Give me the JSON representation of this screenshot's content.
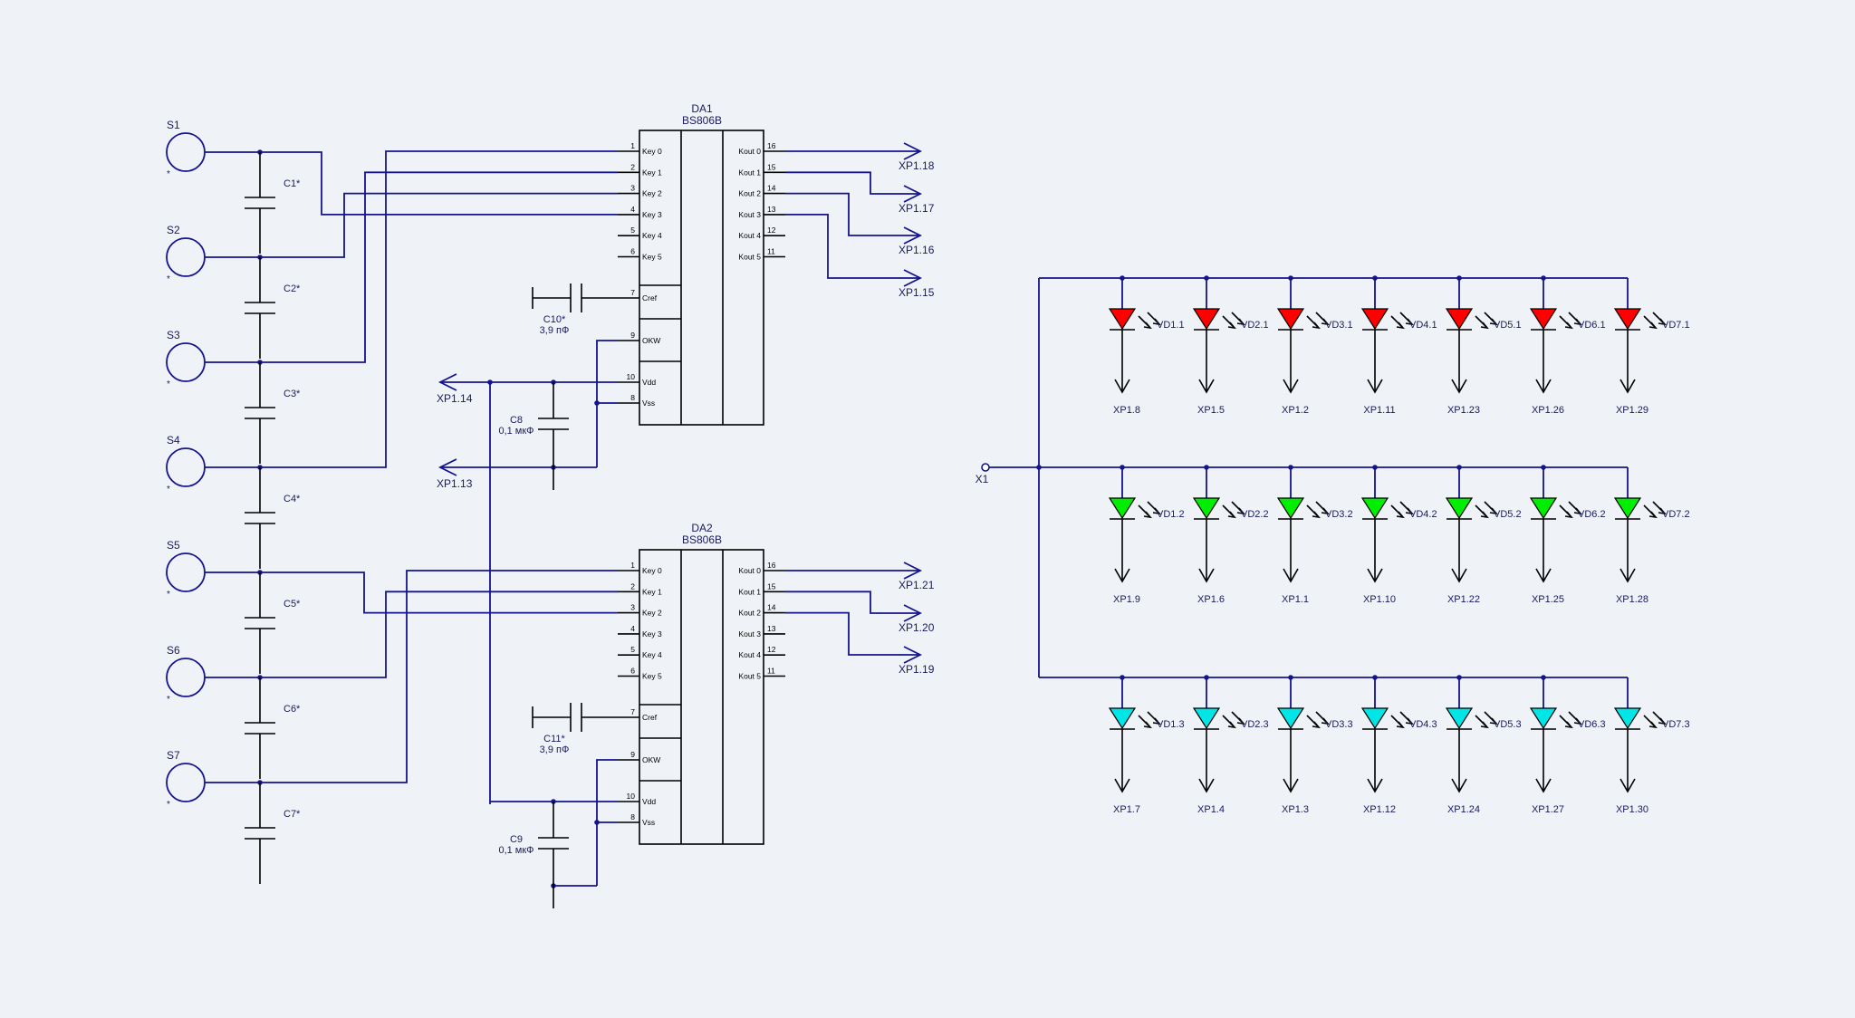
{
  "colors": {
    "background": "#eff3f7",
    "wire": "#14148c",
    "red": "#ff0000",
    "green": "#00ee00",
    "cyan": "#00e5e5"
  },
  "switches": [
    "S1",
    "S2",
    "S3",
    "S4",
    "S5",
    "S6",
    "S7"
  ],
  "switch_mark": "*",
  "caps": [
    "C1*",
    "C2*",
    "C3*",
    "C4*",
    "C5*",
    "C6*",
    "C7*"
  ],
  "ics": [
    {
      "ref": "DA1",
      "type": "BS806B",
      "left_pins": [
        {
          "num": "1",
          "name": "Key 0"
        },
        {
          "num": "2",
          "name": "Key 1"
        },
        {
          "num": "3",
          "name": "Key 2"
        },
        {
          "num": "4",
          "name": "Key 3"
        },
        {
          "num": "5",
          "name": "Key 4"
        },
        {
          "num": "6",
          "name": "Key 5"
        },
        {
          "num": "7",
          "name": "Cref"
        },
        {
          "num": "9",
          "name": "OKW"
        },
        {
          "num": "10",
          "name": "Vdd"
        },
        {
          "num": "8",
          "name": "Vss"
        }
      ],
      "right_pins": [
        {
          "num": "16",
          "name": "Kout 0"
        },
        {
          "num": "15",
          "name": "Kout 1"
        },
        {
          "num": "14",
          "name": "Kout 2"
        },
        {
          "num": "13",
          "name": "Kout 3"
        },
        {
          "num": "12",
          "name": "Kout 4"
        },
        {
          "num": "11",
          "name": "Kout 5"
        }
      ],
      "outputs": [
        "XP1.18",
        "XP1.17",
        "XP1.16",
        "XP1.15"
      ],
      "cref_cap": {
        "ref": "C10*",
        "value": "3,9 пФ"
      },
      "decoupling_cap": {
        "ref": "C8",
        "value": "0,1 мкФ"
      },
      "supply_labels": [
        "XP1.14",
        "XP1.13"
      ]
    },
    {
      "ref": "DA2",
      "type": "BS806B",
      "left_pins": [
        {
          "num": "1",
          "name": "Key 0"
        },
        {
          "num": "2",
          "name": "Key 1"
        },
        {
          "num": "3",
          "name": "Key 2"
        },
        {
          "num": "4",
          "name": "Key 3"
        },
        {
          "num": "5",
          "name": "Key 4"
        },
        {
          "num": "6",
          "name": "Key 5"
        },
        {
          "num": "7",
          "name": "Cref"
        },
        {
          "num": "9",
          "name": "OKW"
        },
        {
          "num": "10",
          "name": "Vdd"
        },
        {
          "num": "8",
          "name": "Vss"
        }
      ],
      "right_pins": [
        {
          "num": "16",
          "name": "Kout 0"
        },
        {
          "num": "15",
          "name": "Kout 1"
        },
        {
          "num": "14",
          "name": "Kout 2"
        },
        {
          "num": "13",
          "name": "Kout 3"
        },
        {
          "num": "12",
          "name": "Kout 4"
        },
        {
          "num": "11",
          "name": "Kout 5"
        }
      ],
      "outputs": [
        "XP1.21",
        "XP1.20",
        "XP1.19"
      ],
      "cref_cap": {
        "ref": "C11*",
        "value": "3,9 пФ"
      },
      "decoupling_cap": {
        "ref": "C9",
        "value": "0,1 мкФ"
      },
      "supply_labels": []
    }
  ],
  "connector": "X1",
  "led_rows": [
    {
      "color": "red",
      "labels": [
        "VD1.1",
        "VD2.1",
        "VD3.1",
        "VD4.1",
        "VD5.1",
        "VD6.1",
        "VD7.1"
      ],
      "pins": [
        "XP1.8",
        "XP1.5",
        "XP1.2",
        "XP1.11",
        "XP1.23",
        "XP1.26",
        "XP1.29"
      ]
    },
    {
      "color": "green",
      "labels": [
        "VD1.2",
        "VD2.2",
        "VD3.2",
        "VD4.2",
        "VD5.2",
        "VD6.2",
        "VD7.2"
      ],
      "pins": [
        "XP1.9",
        "XP1.6",
        "XP1.1",
        "XP1.10",
        "XP1.22",
        "XP1.25",
        "XP1.28"
      ]
    },
    {
      "color": "cyan",
      "labels": [
        "VD1.3",
        "VD2.3",
        "VD3.3",
        "VD4.3",
        "VD5.3",
        "VD6.3",
        "VD7.3"
      ],
      "pins": [
        "XP1.7",
        "XP1.4",
        "XP1.3",
        "XP1.12",
        "XP1.24",
        "XP1.27",
        "XP1.30"
      ]
    }
  ]
}
